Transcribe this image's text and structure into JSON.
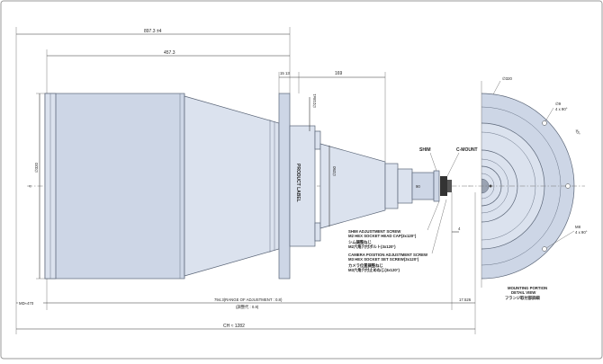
{
  "dimensions": {
    "overall_top": "897.3 ±4",
    "length_457": "457.3",
    "gap_1513": "15 13",
    "length_169": "169",
    "dia_320_left": "∅320",
    "dia_218": "∅218±1",
    "dia_250": "∅250",
    "dia_90": "90",
    "md_left": "MD≈470",
    "adjust_range": "794.3(RANGE OF ADJUSTMENT : 0.8)",
    "adjust_jp": "(調整代 : 0.8)",
    "flange_back": "17.526",
    "overall_bottom": "CH ≈ 1282",
    "small_4": "4"
  },
  "labels": {
    "product_label": "PRODUCT LABEL",
    "shim": "SHIM",
    "c_mount": "C-MOUNT"
  },
  "notes": {
    "shim_en_1": "SHIM ADJUSTMENT SCREW",
    "shim_en_2": "M2 HEX SOCKET HEAD CAP(3x120°)",
    "shim_jp_1": "シム調整ねじ",
    "shim_jp_2": "M2六角穴付ボルト(3x120°)",
    "cam_en_1": "CAMERA POSITION ADJUSTMENT SCREW",
    "cam_en_2": "M3 HEX SOCKET SET SCREW(3x120°)",
    "cam_jp_1": "カメラ位置調整ねじ",
    "cam_jp_2": "M3六角穴付止めねじ(3x120°)"
  },
  "mounting": {
    "dia": "∅320",
    "hole_1": "∅9",
    "hole_1_count": "4 x 90°",
    "angle": "45°",
    "tap": "M8",
    "tap_count": "4 x 90°",
    "title_en_1": "MOUNTING PORTION",
    "title_en_2": "DETAIL VIEW",
    "title_jp": "フランジ取付部詳細"
  }
}
